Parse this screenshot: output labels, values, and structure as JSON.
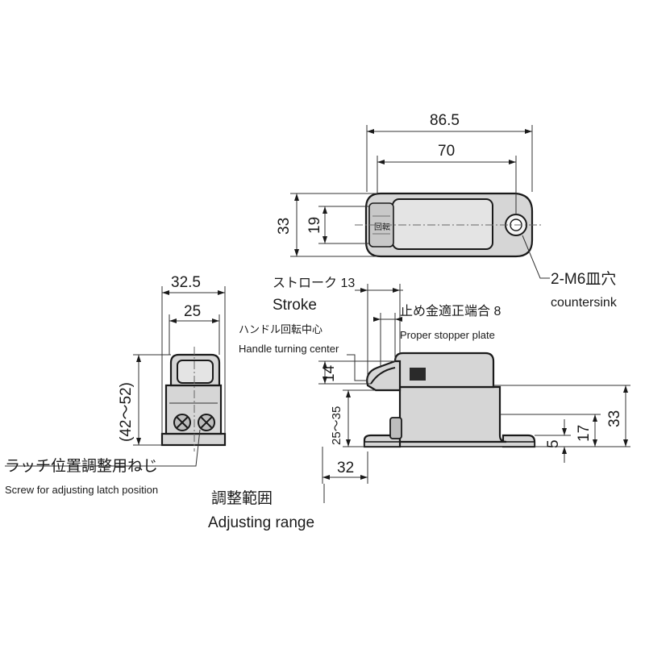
{
  "dimensions": {
    "top_overall_width": "86.5",
    "top_hole_pitch": "70",
    "top_height": "33",
    "top_inner_height": "19",
    "front_overall_width": "32.5",
    "front_inner_width": "25",
    "front_height_range": "(42～52)",
    "side_stroke_value": "13",
    "side_height_14": "14",
    "side_range_value": "25～35",
    "side_offset": "32",
    "side_base": "5",
    "side_mid": "17",
    "side_total": "33"
  },
  "labels": {
    "countersink_jp": "2-M6皿穴",
    "countersink_en": "countersink",
    "stroke_jp": "ストローク 13",
    "stroke_en": "Stroke",
    "handle_center_jp": "ハンドル回転中心",
    "handle_center_en": "Handle turning center",
    "stopper_jp": "止め金適正端合 8",
    "stopper_en": "Proper stopper plate",
    "screw_jp": "ラッチ位置調整用ねじ",
    "screw_en": "Screw for adjusting latch position",
    "adjust_jp": "調整範囲",
    "adjust_en": "Adjusting range"
  },
  "colors": {
    "line": "#1a1a1a",
    "body_fill": "#d6d6d6"
  }
}
